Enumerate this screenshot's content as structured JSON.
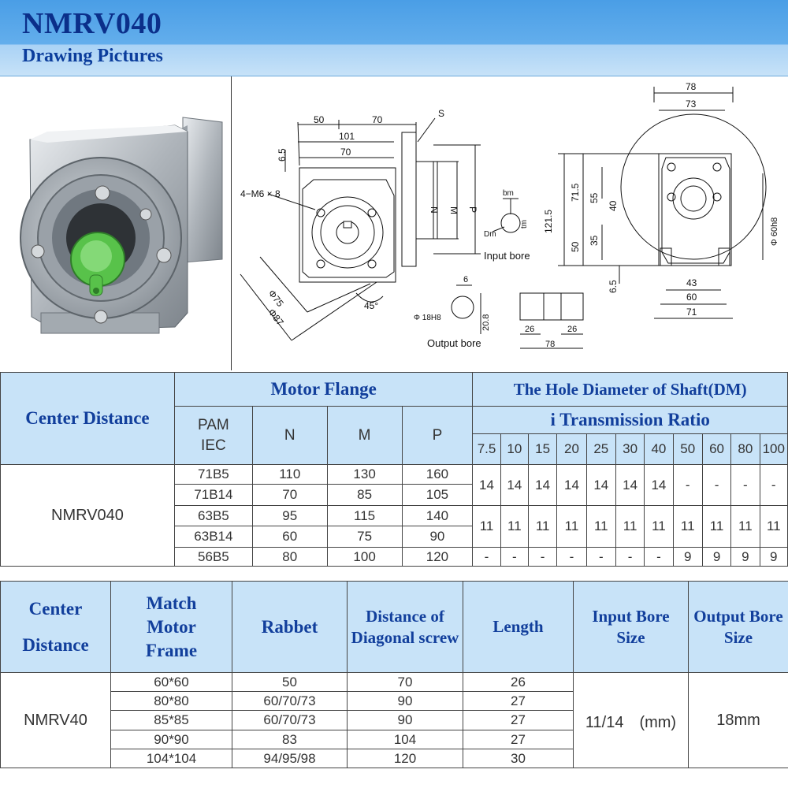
{
  "header": {
    "title": "NMRV040",
    "subtitle": "Drawing Pictures"
  },
  "drawing": {
    "dims": {
      "d50": "50",
      "d70a": "70",
      "d101": "101",
      "d70b": "70",
      "d6_5a": "6.5",
      "s": "S",
      "m6": "4−M6 × 8",
      "n": "N",
      "m": "M",
      "p": "P",
      "phi75": "Φ75",
      "phi87": "Φ87",
      "a45": "45°",
      "bm": "bm",
      "dm": "Dm",
      "tm": "tm",
      "input_bore": "Input bore",
      "d6": "6",
      "phi18": "Φ 18H8",
      "d20_8": "20.8",
      "output_bore": "Output bore",
      "d26a": "26",
      "d26b": "26",
      "d78b": "78",
      "d121_5": "121.5",
      "d71_5": "71.5",
      "d50b": "50",
      "d55": "55",
      "d40": "40",
      "d35": "35",
      "d6_5b": "6.5",
      "d78": "78",
      "d73": "73",
      "d43": "43",
      "d60": "60",
      "d71": "71",
      "phi60": "Φ 60h8"
    }
  },
  "table1": {
    "center_distance": "Center Distance",
    "motor_flange": "Motor Flange",
    "hole_diameter": "The Hole Diameter of Shaft(DM)",
    "ratio": "i Transmission Ratio",
    "pam_iec": [
      "PAM",
      "IEC"
    ],
    "col_n": "N",
    "col_m": "M",
    "col_p": "P",
    "ratios": [
      "7.5",
      "10",
      "15",
      "20",
      "25",
      "30",
      "40",
      "50",
      "60",
      "80",
      "100"
    ],
    "model": "NMRV040",
    "rows": [
      {
        "pam": "71B5",
        "n": "110",
        "m": "130",
        "p": "160"
      },
      {
        "pam": "71B14",
        "n": "70",
        "m": "85",
        "p": "105"
      },
      {
        "pam": "63B5",
        "n": "95",
        "m": "115",
        "p": "140"
      },
      {
        "pam": "63B14",
        "n": "60",
        "m": "75",
        "p": "90"
      },
      {
        "pam": "56B5",
        "n": "80",
        "m": "100",
        "p": "120"
      }
    ],
    "shaft_group_a": [
      "14",
      "14",
      "14",
      "14",
      "14",
      "14",
      "14",
      "-",
      "-",
      "-",
      "-"
    ],
    "shaft_group_b": [
      "11",
      "11",
      "11",
      "11",
      "11",
      "11",
      "11",
      "11",
      "11",
      "11",
      "11"
    ],
    "shaft_group_c": [
      "-",
      "-",
      "-",
      "-",
      "-",
      "-",
      "-",
      "9",
      "9",
      "9",
      "9"
    ]
  },
  "table2": {
    "headers": {
      "center": [
        "Center",
        "Distance"
      ],
      "match": [
        "Match",
        "Motor",
        "Frame"
      ],
      "rabbet": "Rabbet",
      "diag": [
        "Distance of",
        "Diagonal screw"
      ],
      "length": "Length",
      "input": [
        "Input Bore",
        "Size"
      ],
      "output": [
        "Output Bore",
        "Size"
      ]
    },
    "model": "NMRV40",
    "rows": [
      {
        "frame": "60*60",
        "rabbet": "50",
        "diag": "70",
        "length": "26"
      },
      {
        "frame": "80*80",
        "rabbet": "60/70/73",
        "diag": "90",
        "length": "27"
      },
      {
        "frame": "85*85",
        "rabbet": "60/70/73",
        "diag": "90",
        "length": "27"
      },
      {
        "frame": "90*90",
        "rabbet": "83",
        "diag": "104",
        "length": "27"
      },
      {
        "frame": "104*104",
        "rabbet": "94/95/98",
        "diag": "120",
        "length": "30"
      }
    ],
    "input_bore": "11/14　(mm)",
    "output_bore": "18mm"
  }
}
